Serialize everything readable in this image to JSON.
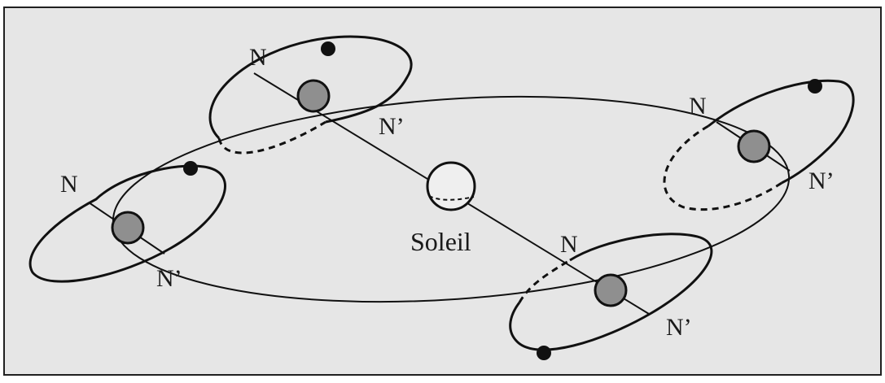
{
  "diagram": {
    "sun_label": "Soleil",
    "colors": {
      "frame_border": "#202020",
      "panel_bg": "#e6e6e6",
      "line": "#111111",
      "earth_fill": "#8f8f8f",
      "moon_fill": "#111111",
      "sun_fill": "#efefef"
    },
    "positions": [
      {
        "name": "top-left",
        "node_north": "N",
        "node_south": "N’"
      },
      {
        "name": "right",
        "node_north": "N",
        "node_south": "N’"
      },
      {
        "name": "left",
        "node_north": "N",
        "node_south": "N’"
      },
      {
        "name": "bottom",
        "node_north": "N",
        "node_south": "N’"
      }
    ]
  }
}
